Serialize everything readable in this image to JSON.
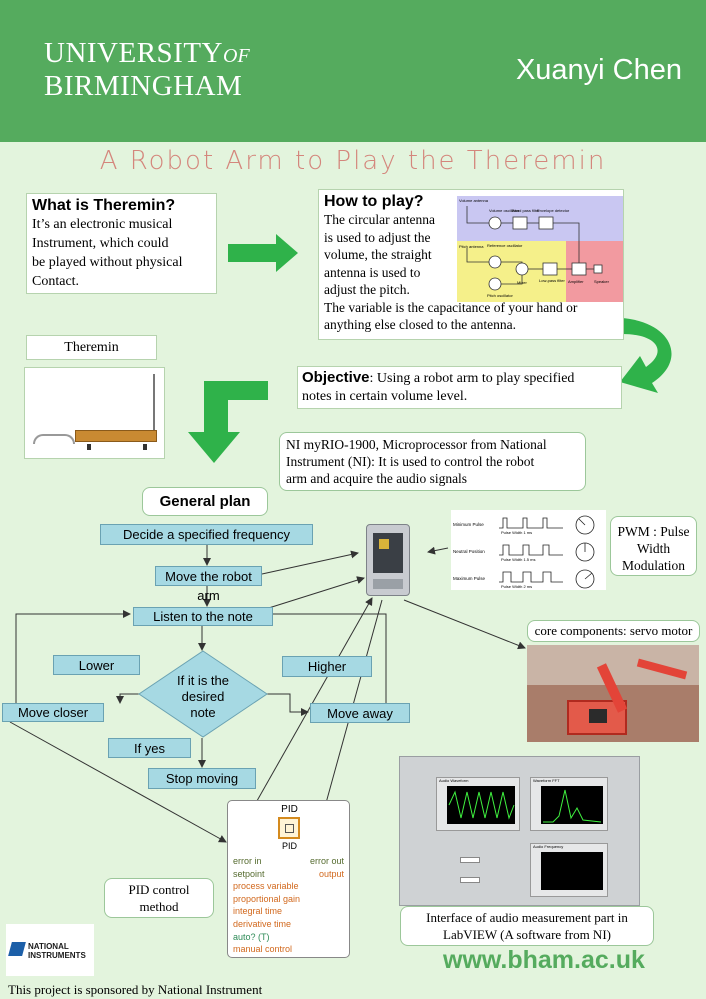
{
  "header": {
    "university_line1": "UNIVERSITY",
    "university_of": "OF",
    "university_line2": "BIRMINGHAM",
    "author": "Xuanyi Chen"
  },
  "title": "A Robot Arm to Play the Theremin",
  "what": {
    "heading": "What is Theremin?",
    "lines": [
      "It’s an electronic musical",
      "Instrument, which could",
      "be played without physical",
      "Contact."
    ]
  },
  "how": {
    "heading": "How to play?",
    "lines": [
      "The circular antenna",
      "is used to adjust the",
      "volume, the straight",
      "antenna is used to",
      "adjust the pitch.",
      "The variable is the capacitance of your hand or",
      "anything else closed to the antenna."
    ],
    "diagram_labels": [
      "Volume antenna",
      "Volume oscillator",
      "Band pass filter",
      "Envelope detector",
      "Reference oscillator",
      "Pitch antenna",
      "Pitch oscillator",
      "Mixer",
      "Low-pass filter",
      "Amplifier",
      "Speaker"
    ]
  },
  "theremin_label": "Theremin",
  "objective": {
    "heading": "Objective",
    "colon": ":",
    "text_line1": "Using a robot arm to play specified",
    "text_line2": "notes in certain volume level."
  },
  "myrio": {
    "lines": [
      "NI myRIO-1900, Microprocessor from National",
      "Instrument (NI): It is used to control the robot",
      "arm and acquire the  audio signals"
    ]
  },
  "plan_heading": "General plan",
  "flow": {
    "decide": "Decide a specified frequency",
    "move_arm": "Move the robot arm",
    "listen": "Listen to the note",
    "lower": "Lower",
    "higher": "Higher",
    "decision_line1": "If it is the",
    "decision_line2": "desired",
    "decision_line3": "note",
    "move_closer": "Move closer",
    "move_away": "Move away",
    "if_yes": "If yes",
    "stop": "Stop moving"
  },
  "pwm": {
    "lines": [
      "PWM : Pulse",
      "Width",
      "Modulation"
    ],
    "rows": [
      {
        "label": "Minimum Pulse",
        "width": "Pulse Width 1 ms"
      },
      {
        "label": "Neutral Position",
        "width": "Pulse Width 1.5 ms"
      },
      {
        "label": "Maximum Pulse",
        "width": "Pulse Width 2 ms"
      }
    ]
  },
  "servo_label": "core components: servo motor",
  "pid": {
    "block_title": "PID",
    "block_sub": "PID",
    "inputs": [
      "error in",
      "setpoint",
      "process variable",
      "proportional gain",
      "integral time",
      "derivative time",
      "auto? (T)",
      "manual control"
    ],
    "outputs": [
      "error out",
      "output"
    ],
    "label_line1": "PID control",
    "label_line2": "method"
  },
  "labview": {
    "panel_titles": [
      "Audio Waveform",
      "Waveform FFT",
      "Audio Frequency"
    ],
    "caption_line1": "Interface of audio measurement part in",
    "caption_line2": "LabVIEW (A software from NI)"
  },
  "ni_logo": {
    "line1": "NATIONAL",
    "line2": "INSTRUMENTS"
  },
  "website": "www.bham.ac.uk",
  "sponsor": "This project is sponsored by National Instrument",
  "colors": {
    "header_green": "#55ab5e",
    "background": "#e3f4dd",
    "arrow_green": "#2fb24a",
    "title_pink": "#d4867c",
    "flow_box": "#a6d9e3"
  }
}
